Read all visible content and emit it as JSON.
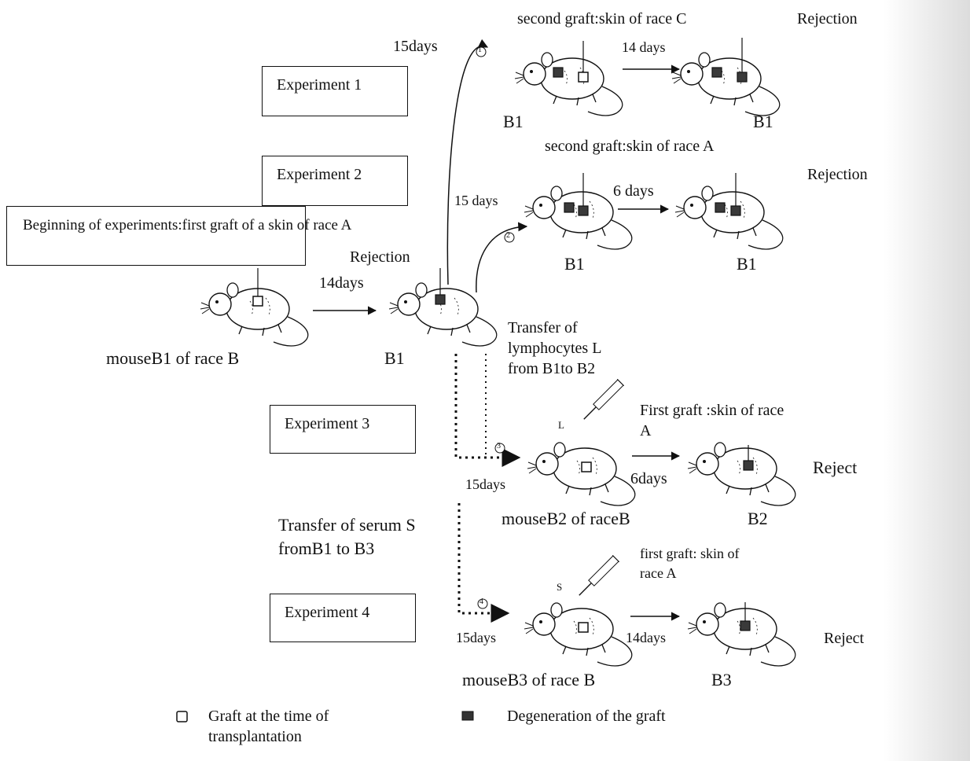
{
  "experiments": {
    "exp1": "Experiment 1",
    "exp2": "Experiment 2",
    "exp3": "Experiment 3",
    "exp4": "Experiment 4"
  },
  "beginning": "Beginning of experiments:first graft of a skin of race A",
  "labels": {
    "mouse_b1": "mouseB1 of race B",
    "b1_main": "B1",
    "days_14_main": "14days",
    "rejection_main": "Rejection",
    "days_15_exp1": "15days",
    "second_graft_c": "second graft:skin of race C",
    "days_14_exp1": "14 days",
    "rejection_exp1": "Rejection",
    "b1_exp1_left": "B1",
    "b1_exp1_right": "B1",
    "second_graft_a": "second graft:skin of race A",
    "days_15_exp2": "15 days",
    "days_6_exp2": "6 days",
    "rejection_exp2": "Rejection",
    "b1_exp2_left": "B1",
    "b1_exp2_right": "B1",
    "transfer_lymph": "Transfer of lymphocytes L from B1to B2",
    "first_graft_exp3": "First graft :skin of race A",
    "days_15_exp3": "15days",
    "days_6_exp3": "6days",
    "reject_exp3": "Reject",
    "mouse_b2": "mouseB2 of raceB",
    "b2": "B2",
    "transfer_serum": "Transfer of serum S fromB1 to B3",
    "first_graft_exp4": "first graft: skin of race A",
    "days_15_exp4": "15days",
    "days_14_exp4": "14days",
    "reject_exp4": "Reject",
    "mouse_b3": "mouseB3 of race B",
    "b3": "B3"
  },
  "legend": {
    "graft_time": "Graft at the time of transplantation",
    "degeneration": "Degeneration of the graft"
  },
  "circled": {
    "n1": "1",
    "n2": "2",
    "n3": "3",
    "n4": "4"
  },
  "syringe_labels": {
    "l": "L",
    "s": "S"
  }
}
